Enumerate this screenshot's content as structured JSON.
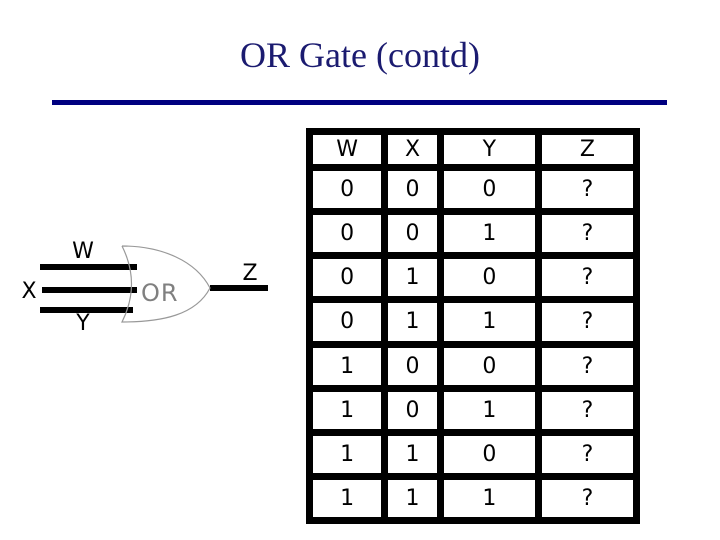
{
  "slide": {
    "title": "OR Gate (contd)"
  },
  "diagram": {
    "gate_label": "OR",
    "input_w_label": "W",
    "input_x_label": "X",
    "input_y_label": "Y",
    "output_z_label": "Z"
  },
  "truth_table": {
    "headers": [
      "W",
      "X",
      "Y",
      "Z"
    ],
    "rows": [
      [
        "0",
        "0",
        "0",
        "?"
      ],
      [
        "0",
        "0",
        "1",
        "?"
      ],
      [
        "0",
        "1",
        "0",
        "?"
      ],
      [
        "0",
        "1",
        "1",
        "?"
      ],
      [
        "1",
        "0",
        "0",
        "?"
      ],
      [
        "1",
        "0",
        "1",
        "?"
      ],
      [
        "1",
        "1",
        "0",
        "?"
      ],
      [
        "1",
        "1",
        "1",
        "?"
      ]
    ]
  },
  "colors": {
    "title": "#1b1b70",
    "rule": "#000080",
    "gate_outline": "#999999",
    "gate_label": "#808080",
    "ink": "#000000"
  }
}
